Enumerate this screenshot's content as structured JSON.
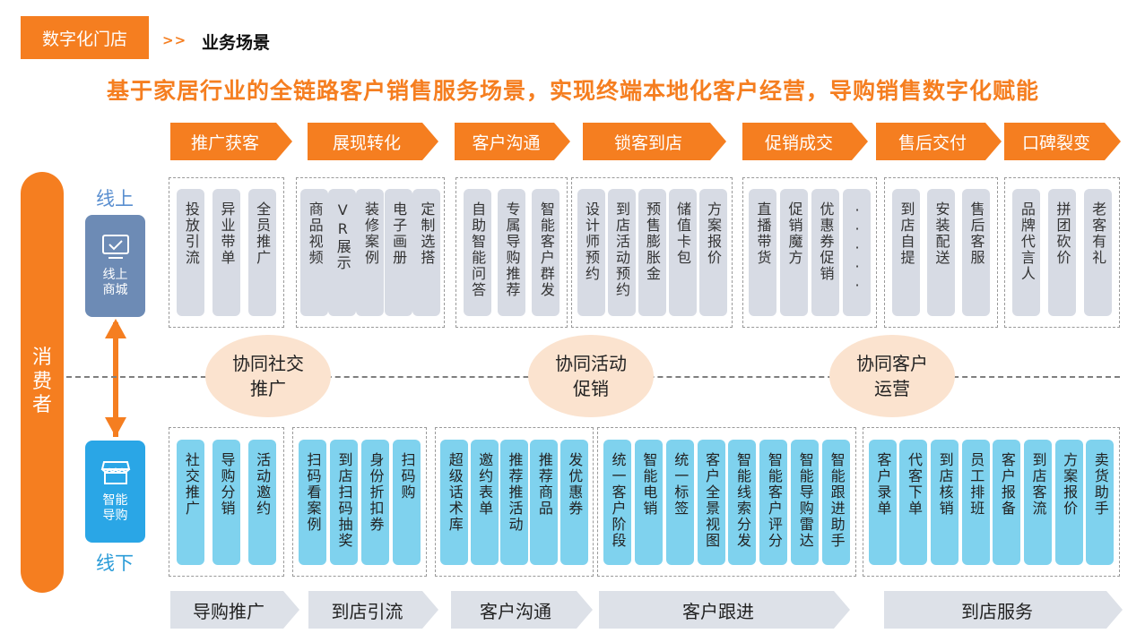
{
  "header": {
    "tag": "数字化门店",
    "crumb_arrow": ">>",
    "crumb_title": "业务场景"
  },
  "headline": "基于家居行业的全链路客户销售服务场景，实现终端本地化客户经营，导购销售数字化赋能",
  "stages_top": [
    "推广获客",
    "展现转化",
    "客户沟通",
    "锁客到店",
    "促销成交",
    "售后交付",
    "口碑裂变"
  ],
  "consumer": "消费者",
  "online": {
    "label": "线上",
    "box": "线上商城",
    "icon": "monitor-icon"
  },
  "offline": {
    "label": "线下",
    "box": "智能导购",
    "icon": "store-icon"
  },
  "online_groups": [
    [
      "投放引流",
      "异业带单",
      "全员推广"
    ],
    [
      "商品视频",
      "VR展示",
      "装修案例",
      "电子画册",
      "定制选搭"
    ],
    [
      "自助智能问答",
      "专属导购推荐",
      "智能客户群发"
    ],
    [
      "设计师预约",
      "到店活动预约",
      "预售膨胀金",
      "储值卡包",
      "方案报价"
    ],
    [
      "直播带货",
      "促销魔方",
      "优惠券促销",
      "·····"
    ],
    [
      "到店自提",
      "安装配送",
      "售后客服"
    ],
    [
      "品牌代言人",
      "拼团砍价",
      "老客有礼"
    ]
  ],
  "collab": [
    "协同社交推广",
    "协同活动促销",
    "协同客户运营"
  ],
  "offline_groups": [
    [
      "社交推广",
      "导购分销",
      "活动邀约"
    ],
    [
      "扫码看案例",
      "到店扫码抽奖",
      "身份折扣券",
      "扫码购"
    ],
    [
      "超级话术库",
      "邀约表单",
      "推荐推活动",
      "推荐商品",
      "发优惠券"
    ],
    [
      "统一客户阶段",
      "智能电销",
      "统一标签",
      "客户全景视图",
      "智能线索分发",
      "智能客户评分",
      "智能导购雷达",
      "智能跟进助手"
    ],
    [
      "客户录单",
      "代客下单",
      "到店核销",
      "员工排班",
      "客户报备",
      "到店客流",
      "方案报价",
      "卖货助手"
    ]
  ],
  "stages_bottom": [
    "导购推广",
    "到店引流",
    "客户沟通",
    "客户跟进",
    "到店服务"
  ],
  "colors": {
    "accent": "#f57e20",
    "online_pill": "#d7dbe4",
    "offline_pill": "#7fd2ee",
    "collab": "#fbe3cf"
  }
}
